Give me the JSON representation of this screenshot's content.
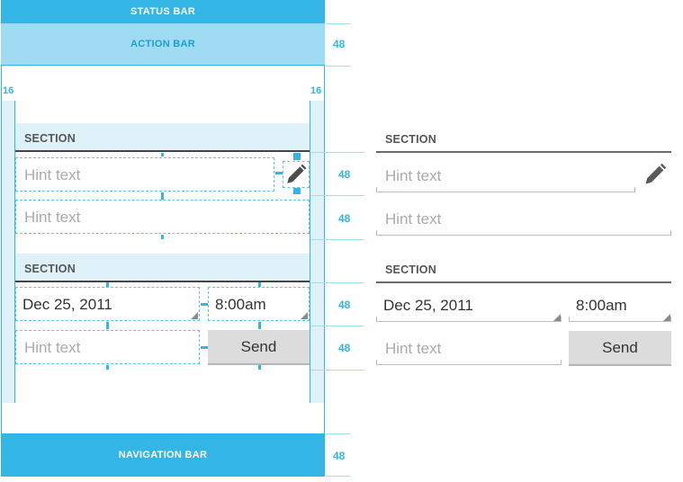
{
  "colors": {
    "holo_blue": "#33b5e5",
    "action_bar": "#9fdcf4",
    "section_bg": "#dff2fa",
    "text": "#333333",
    "hint": "#aaaaaa"
  },
  "phone": {
    "status_bar": "STATUS BAR",
    "action_bar": "ACTION BAR",
    "navigation_bar": "NAVIGATION BAR"
  },
  "dimensions": {
    "action_bar_height": "48",
    "nav_bar_height": "48",
    "left_margin": "16",
    "right_margin": "16",
    "row1_height": "48",
    "row2_height": "48",
    "row3_height": "48",
    "row4_height": "48"
  },
  "form": {
    "section1": "SECTION",
    "hint1": "Hint text",
    "hint2": "Hint text",
    "section2": "SECTION",
    "date": "Dec 25, 2011",
    "time": "8:00am",
    "hint3": "Hint text",
    "send_label": "Send"
  },
  "icons": {
    "edit": "pencil-icon"
  }
}
